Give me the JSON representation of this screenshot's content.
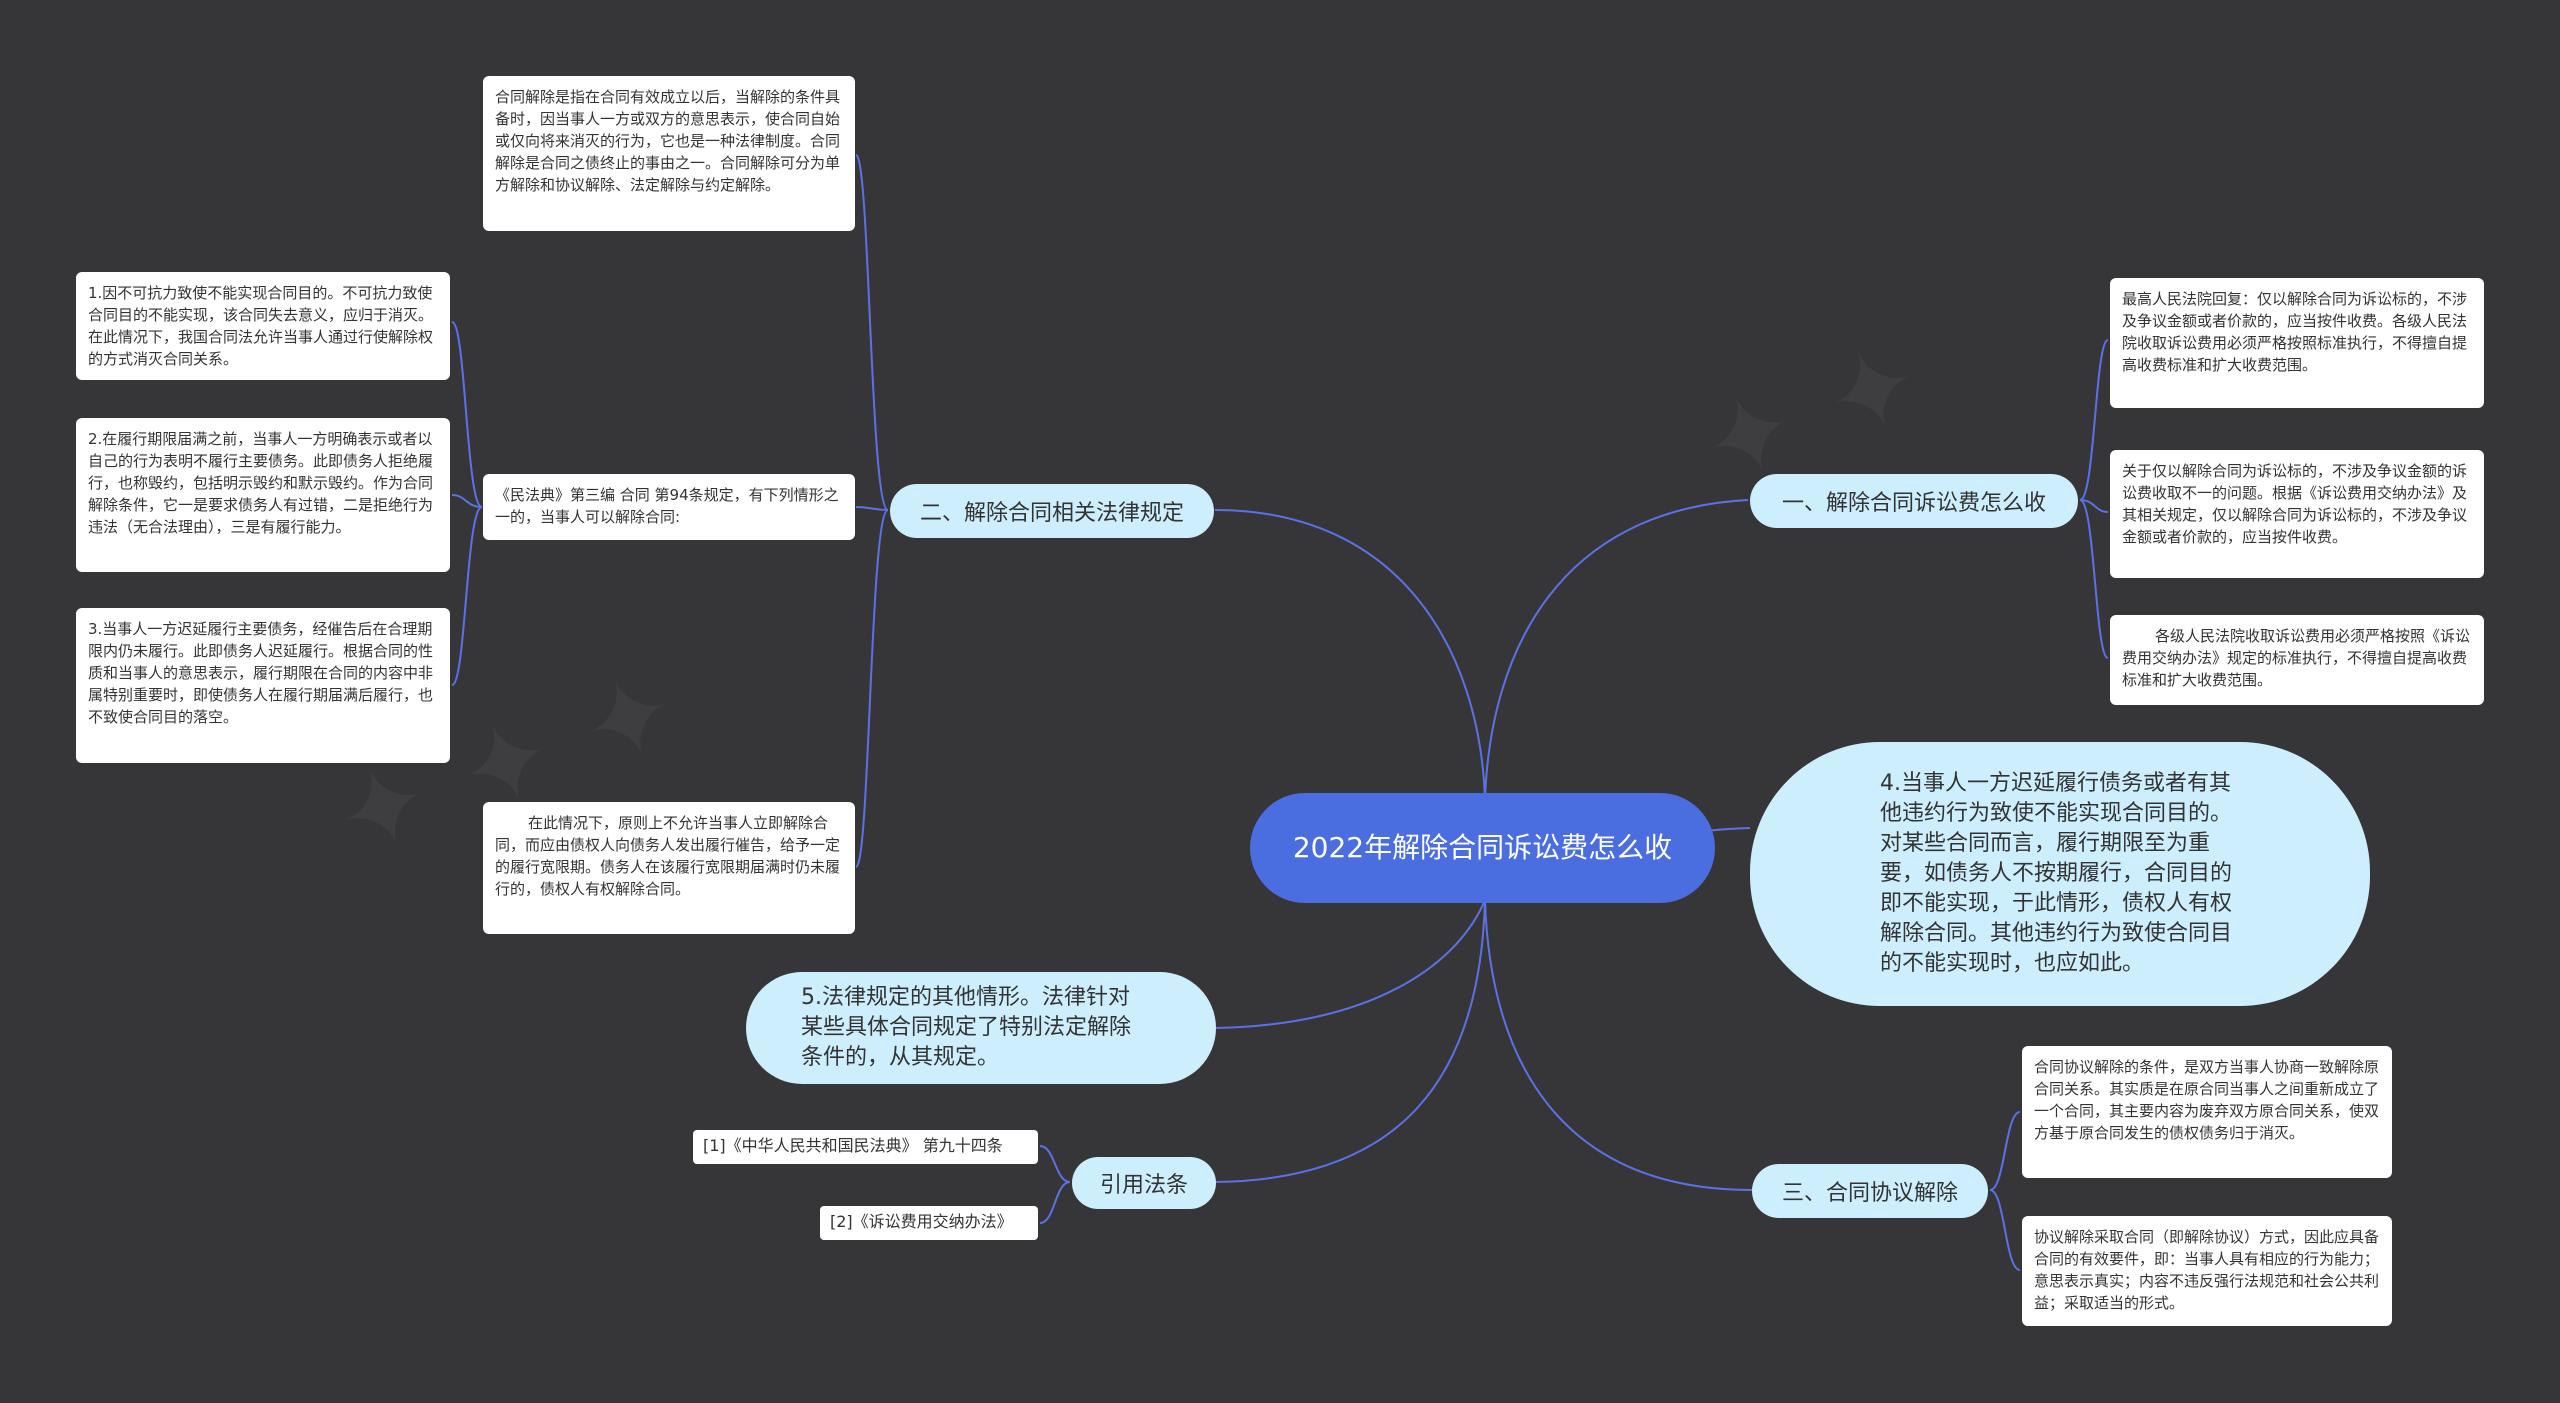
{
  "root": {
    "title": "2022年解除合同诉讼费怎么收"
  },
  "branches": {
    "b1": {
      "label": "一、解除合同诉讼费怎么收"
    },
    "b2": {
      "label": "二、解除合同相关法律规定"
    },
    "b3": {
      "label": "三、合同协议解除"
    },
    "b4": {
      "label": "4.当事人一方迟延履行债务或者有其他违约行为致使不能实现合同目的。对某些合同而言，履行期限至为重要，如债务人不按期履行，合同目的即不能实现，于此情形，债权人有权解除合同。其他违约行为致使合同目的不能实现时，也应如此。"
    },
    "b5": {
      "label": "5.法律规定的其他情形。法律针对某些具体合同规定了特别法定解除条件的，从其规定。"
    },
    "b6": {
      "label": "引用法条"
    }
  },
  "notes": {
    "fee1": "最高人民法院回复：仅以解除合同为诉讼标的，不涉及争议金额或者价款的，应当按件收费。各级人民法院收取诉讼费用必须严格按照标准执行，不得擅自提高收费标准和扩大收费范围。",
    "fee2": "关于仅以解除合同为诉讼标的，不涉及争议金额的诉讼费收取不一的问题。根据《诉讼费用交纳办法》及其相关规定，仅以解除合同为诉讼标的，不涉及争议金额或者价款的，应当按件收费。",
    "fee3": "各级人民法院收取诉讼费用必须严格按照《诉讼费用交纳办法》规定的标准执行，不得擅自提高收费标准和扩大收费范围。",
    "law_def": "合同解除是指在合同有效成立以后，当解除的条件具备时，因当事人一方或双方的意思表示，使合同自始或仅向将来消灭的行为，它也是一种法律制度。合同解除是合同之债终止的事由之一。合同解除可分为单方解除和协议解除、法定解除与约定解除。",
    "law_94": "《民法典》第三编 合同 第94条规定，有下列情形之一的，当事人可以解除合同:",
    "law_c1": "1.因不可抗力致使不能实现合同目的。不可抗力致使合同目的不能实现，该合同失去意义，应归于消灭。在此情况下，我国合同法允许当事人通过行使解除权的方式消灭合同关系。",
    "law_c2": "2.在履行期限届满之前，当事人一方明确表示或者以自己的行为表明不履行主要债务。此即债务人拒绝履行，也称毁约，包括明示毁约和默示毁约。作为合同解除条件，它一是要求债务人有过错，二是拒绝行为违法（无合法理由），三是有履行能力。",
    "law_c3": "3.当事人一方迟延履行主要债务，经催告后在合理期限内仍未履行。此即债务人迟延履行。根据合同的性质和当事人的意思表示，履行期限在合同的内容中非属特别重要时，即使债务人在履行期届满后履行，也不致使合同目的落空。",
    "law_delay": "在此情况下，原则上不允许当事人立即解除合同，而应由债权人向债务人发出履行催告，给予一定的履行宽限期。债务人在该履行宽限期届满时仍未履行的，债权人有权解除合同。",
    "agree1": "合同协议解除的条件，是双方当事人协商一致解除原合同关系。其实质是在原合同当事人之间重新成立了一个合同，其主要内容为废弃双方原合同关系，使双方基于原合同发生的债权债务归于消灭。",
    "agree2": "协议解除采取合同（即解除协议）方式，因此应具备合同的有效要件，即：当事人具有相应的行为能力；意思表示真实；内容不违反强行法规范和社会公共利益；采取适当的形式。"
  },
  "refs": {
    "r1": "[1]《中华人民共和国民法典》 第九十四条",
    "r2": "[2]《诉讼费用交纳办法》"
  },
  "colors": {
    "background": "#363638",
    "root": "#4a6de0",
    "branch": "#cdeefc",
    "line": "#5b72e6",
    "note": "#ffffff"
  }
}
